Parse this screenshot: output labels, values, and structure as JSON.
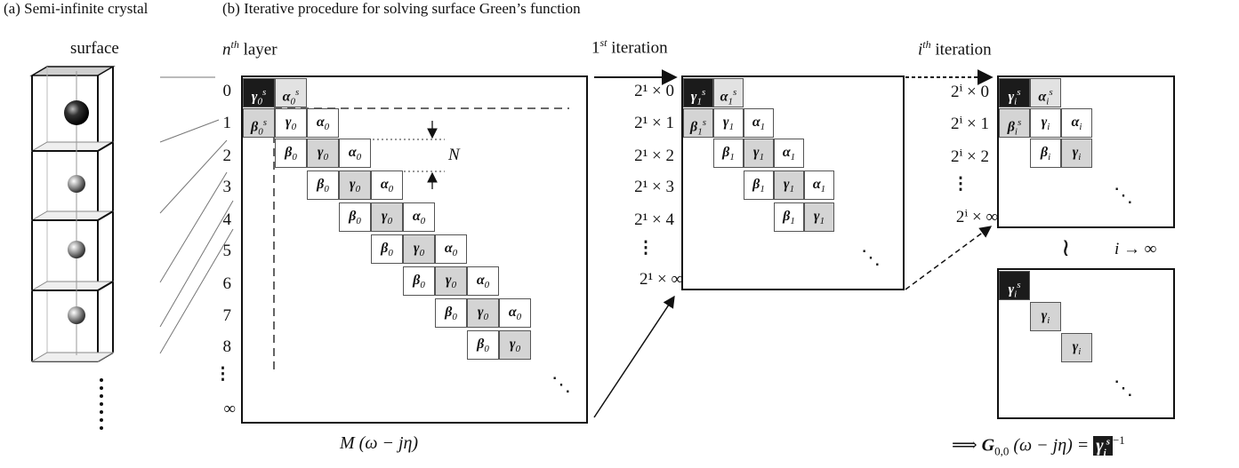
{
  "captions": {
    "a": "(a) Semi-infinite crystal",
    "b": "(b) Iterative procedure for solving surface Green’s function"
  },
  "crystal": {
    "surface_label": "surface"
  },
  "matrix0": {
    "header": "n",
    "header_sup": "th",
    "header_suffix": " layer",
    "row_labels": [
      "0",
      "1",
      "2",
      "3",
      "4",
      "5",
      "6",
      "7",
      "8",
      "⋮",
      "∞"
    ],
    "N_label": "N",
    "bottom_label": "M (ω − jη)"
  },
  "iter1": {
    "header": "1",
    "header_sup": "st",
    "header_suffix": " iteration",
    "row_labels": [
      "2¹ × 0",
      "2¹ × 1",
      "2¹ × 2",
      "2¹ × 3",
      "2¹ × 4",
      "⋮",
      "2¹ × ∞"
    ]
  },
  "iteri": {
    "header": "i",
    "header_sup": "th",
    "header_suffix": " iteration",
    "row_labels": [
      "2ⁱ × 0",
      "2ⁱ × 1",
      "2ⁱ × 2",
      "⋮",
      "2ⁱ × ∞"
    ]
  },
  "limit": {
    "approx": "≀",
    "text": "i → ∞"
  },
  "result": {
    "implies": "⟹ ",
    "expr": "G",
    "sub": "0,0",
    "args": " (ω − jη) = ",
    "gamma": "γ",
    "gamma_sub": "i",
    "gamma_sup": "s",
    "power": "−1"
  },
  "cells": {
    "gamma": "γ",
    "alpha": "α",
    "beta": "β"
  }
}
